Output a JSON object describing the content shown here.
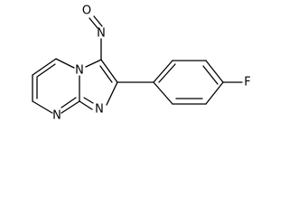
{
  "molecule": {
    "atoms": {
      "n_bridge": "N",
      "n_pyrimidine": "N",
      "n_imidazole": "N",
      "n_nitroso": "N",
      "o_nitroso": "O",
      "f_substituent": "F"
    }
  }
}
